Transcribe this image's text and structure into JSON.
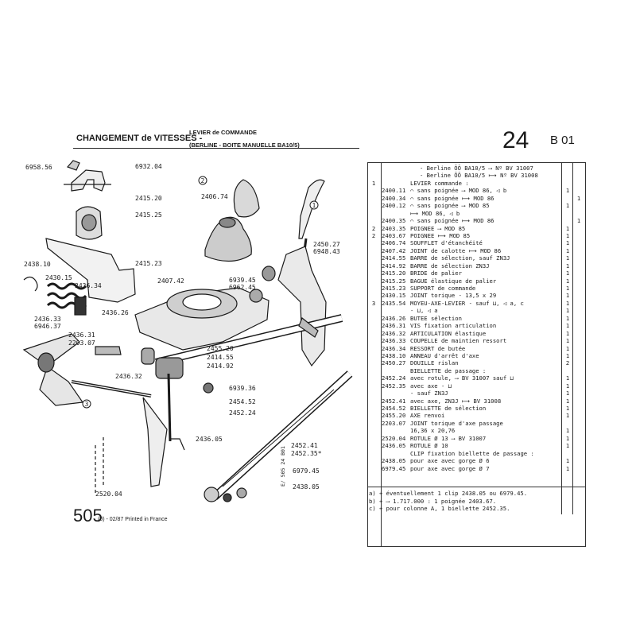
{
  "header": {
    "section": "CHANGEMENT de VITESSES -",
    "subsection": "LEVIER de COMMANDE",
    "variant": "(BERLINE - BOITE MANUELLE BA10/5)",
    "group": "24",
    "page": "B 01"
  },
  "footer": {
    "model": "505",
    "printed": "(0) - 02/87 Printed in France",
    "code": "E/ 505 24 B01"
  },
  "diagram_labels": [
    "6958.56",
    "6932.04",
    "2415.20",
    "2415.25",
    "2406.74",
    "2415.23",
    "2438.10",
    "2430.15",
    "2436.34",
    "2436.33",
    "6946.37",
    "2436.26",
    "2407.42",
    "6939.45",
    "6962.45",
    "2450.27",
    "6948.43",
    "2436.31",
    "2203.07",
    "2436.32",
    "2455.20",
    "2414.55",
    "2414.92",
    "6939.36",
    "2454.52",
    "2452.24",
    "2436.05",
    "2452.41",
    "2452.35*",
    "6979.45",
    "2438.05",
    "2520.04",
    "1",
    "2",
    "3"
  ],
  "table_header": [
    "- Berline ŌŌ BA10/5 ⟶ Nº BV 31007",
    "- Berline ŌŌ BA10/5 ⟼ Nº BV 31008"
  ],
  "parts": [
    {
      "mark": "1",
      "ref": "",
      "des": "LEVIER commande :",
      "q1": "",
      "q2": ""
    },
    {
      "mark": "",
      "ref": "2400.11",
      "des": "⌒ sans poignée ⟶ MOD 86, ◁ b",
      "q1": "1",
      "q2": ""
    },
    {
      "mark": "",
      "ref": "2400.34",
      "des": "⌒ sans poignée ⟼ MOD 86",
      "q1": "",
      "q2": "1"
    },
    {
      "mark": "",
      "ref": "2400.12",
      "des": "⌒ sans poignée ⟶ MOD 85",
      "q1": "1",
      "q2": ""
    },
    {
      "mark": "",
      "ref": "",
      "des": "⟼ MOD 86, ◁ b",
      "q1": "",
      "q2": ""
    },
    {
      "mark": "",
      "ref": "2400.35",
      "des": "⌒ sans poignée ⟼ MOD 86",
      "q1": "",
      "q2": "1"
    },
    {
      "mark": "2",
      "ref": "2403.35",
      "des": "POIGNEE ⟶ MOD 85",
      "q1": "1",
      "q2": ""
    },
    {
      "mark": "2",
      "ref": "2403.67",
      "des": "POIGNEE ⟼ MOD 85",
      "q1": "1",
      "q2": ""
    },
    {
      "mark": "",
      "ref": "2406.74",
      "des": "SOUFFLET d'étanchéité",
      "q1": "1",
      "q2": ""
    },
    {
      "mark": "",
      "ref": "2407.42",
      "des": "JOINT de calotte ⟼ MOD 86",
      "q1": "1",
      "q2": ""
    },
    {
      "mark": "",
      "ref": "2414.55",
      "des": "BARRE de sélection, sauf ZN3J",
      "q1": "1",
      "q2": ""
    },
    {
      "mark": "",
      "ref": "2414.92",
      "des": "BARRE de sélection ZN3J",
      "q1": "1",
      "q2": ""
    },
    {
      "mark": "",
      "ref": "2415.20",
      "des": "BRIDE de palier",
      "q1": "1",
      "q2": ""
    },
    {
      "mark": "",
      "ref": "2415.25",
      "des": "BAGUE élastique de palier",
      "q1": "1",
      "q2": ""
    },
    {
      "mark": "",
      "ref": "2415.23",
      "des": "SUPPORT de commande",
      "q1": "1",
      "q2": ""
    },
    {
      "mark": "",
      "ref": "2430.15",
      "des": "JOINT torique - 13,5 x 29",
      "q1": "1",
      "q2": ""
    },
    {
      "mark": "3",
      "ref": "2435.54",
      "des": "MOYEU-AXE-LEVIER - sauf ⊔, ◁ a, c",
      "q1": "1",
      "q2": ""
    },
    {
      "mark": "",
      "ref": "",
      "des": "- ⊔, ◁ a",
      "q1": "1",
      "q2": ""
    },
    {
      "mark": "",
      "ref": "2436.26",
      "des": "BUTEE sélection",
      "q1": "1",
      "q2": ""
    },
    {
      "mark": "",
      "ref": "2436.31",
      "des": "VIS fixation articulation",
      "q1": "1",
      "q2": ""
    },
    {
      "mark": "",
      "ref": "2436.32",
      "des": "ARTICULATION élastique",
      "q1": "1",
      "q2": ""
    },
    {
      "mark": "",
      "ref": "2436.33",
      "des": "COUPELLE de maintien ressort",
      "q1": "1",
      "q2": ""
    },
    {
      "mark": "",
      "ref": "2436.34",
      "des": "RESSORT de butée",
      "q1": "1",
      "q2": ""
    },
    {
      "mark": "",
      "ref": "2438.10",
      "des": "ANNEAU d'arrêt d'axe",
      "q1": "1",
      "q2": ""
    },
    {
      "mark": "",
      "ref": "2450.27",
      "des": "DOUILLE rislan",
      "q1": "2",
      "q2": ""
    },
    {
      "mark": "",
      "ref": "",
      "des": "BIELLETTE de passage :",
      "q1": "",
      "q2": ""
    },
    {
      "mark": "",
      "ref": "2452.24",
      "des": "avec rotule, ⟶ BV 31007 sauf ⊔",
      "q1": "1",
      "q2": ""
    },
    {
      "mark": "",
      "ref": "2452.35",
      "des": "avec axe - ⊔",
      "q1": "1",
      "q2": ""
    },
    {
      "mark": "",
      "ref": "",
      "des": "- sauf ZN3J",
      "q1": "1",
      "q2": ""
    },
    {
      "mark": "",
      "ref": "2452.41",
      "des": "avec axe, ZN3J ⟼ BV 31008",
      "q1": "1",
      "q2": ""
    },
    {
      "mark": "",
      "ref": "2454.52",
      "des": "BIELLETTE de sélection",
      "q1": "1",
      "q2": ""
    },
    {
      "mark": "",
      "ref": "2455.20",
      "des": "AXE renvoi",
      "q1": "1",
      "q2": ""
    },
    {
      "mark": "",
      "ref": "2203.07",
      "des": "JOINT torique d'axe passage",
      "q1": "",
      "q2": ""
    },
    {
      "mark": "",
      "ref": "",
      "des": "16,36 x 20,76",
      "q1": "1",
      "q2": ""
    },
    {
      "mark": "",
      "ref": "2520.04",
      "des": "ROTULE Ø 13 ⟶ BV 31007",
      "q1": "1",
      "q2": ""
    },
    {
      "mark": "",
      "ref": "2436.05",
      "des": "ROTULE Ø 10",
      "q1": "1",
      "q2": ""
    },
    {
      "mark": "",
      "ref": "",
      "des": "CLIP fixation biellette de passage :",
      "q1": "",
      "q2": ""
    },
    {
      "mark": "",
      "ref": "2438.05",
      "des": "pour axe avec gorge Ø 6",
      "q1": "1",
      "q2": ""
    },
    {
      "mark": "",
      "ref": "6979.45",
      "des": "pour axe avec gorge Ø 7",
      "q1": "1",
      "q2": ""
    }
  ],
  "notes": [
    "a) + éventuellement 1 clip 2438.05 ou 6979.45.",
    "b) + ⟶ 1.717.000 : 1 poignée 2403.67.",
    "c) + pour colonne A, 1 biellette 2452.35."
  ]
}
